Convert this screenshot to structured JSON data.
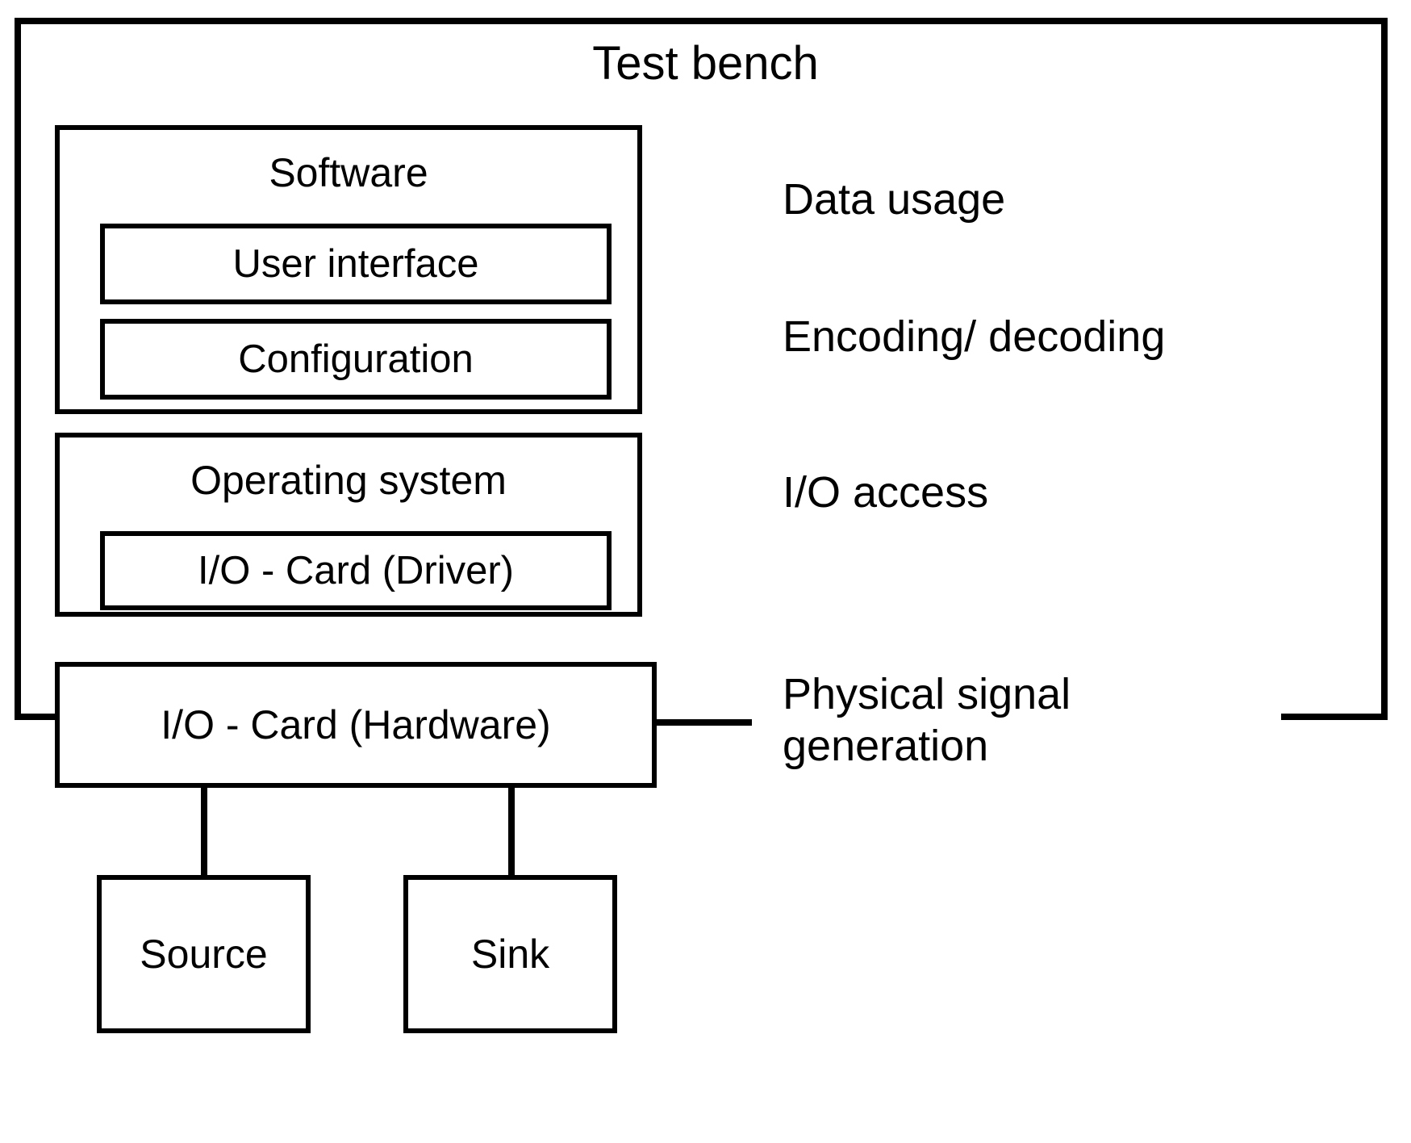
{
  "diagram": {
    "title": "Test bench",
    "colors": {
      "stroke": "#000000",
      "background": "#ffffff",
      "text": "#000000"
    },
    "outer_container": {
      "label": "Test bench"
    },
    "blocks": {
      "software": {
        "label": "Software",
        "children": [
          {
            "label": "User interface"
          },
          {
            "label": "Configuration"
          }
        ]
      },
      "operating_system": {
        "label": "Operating system",
        "children": [
          {
            "label": "I/O - Card (Driver)"
          }
        ]
      },
      "io_card_hardware": {
        "label": "I/O - Card (Hardware)"
      },
      "source": {
        "label": "Source"
      },
      "sink": {
        "label": "Sink"
      }
    },
    "stage_annotations": [
      {
        "id": "data-usage",
        "label": "Data usage"
      },
      {
        "id": "encoding-decoding",
        "label": "Encoding/ decoding"
      },
      {
        "id": "io-access",
        "label": "I/O access"
      },
      {
        "id": "physical-signal-generation",
        "label": "Physical signal generation"
      }
    ],
    "connections": [
      {
        "from": "io_card_hardware",
        "to": "source"
      },
      {
        "from": "io_card_hardware",
        "to": "sink"
      },
      {
        "from": "io_card_hardware",
        "to": "physical-signal-generation"
      }
    ]
  }
}
